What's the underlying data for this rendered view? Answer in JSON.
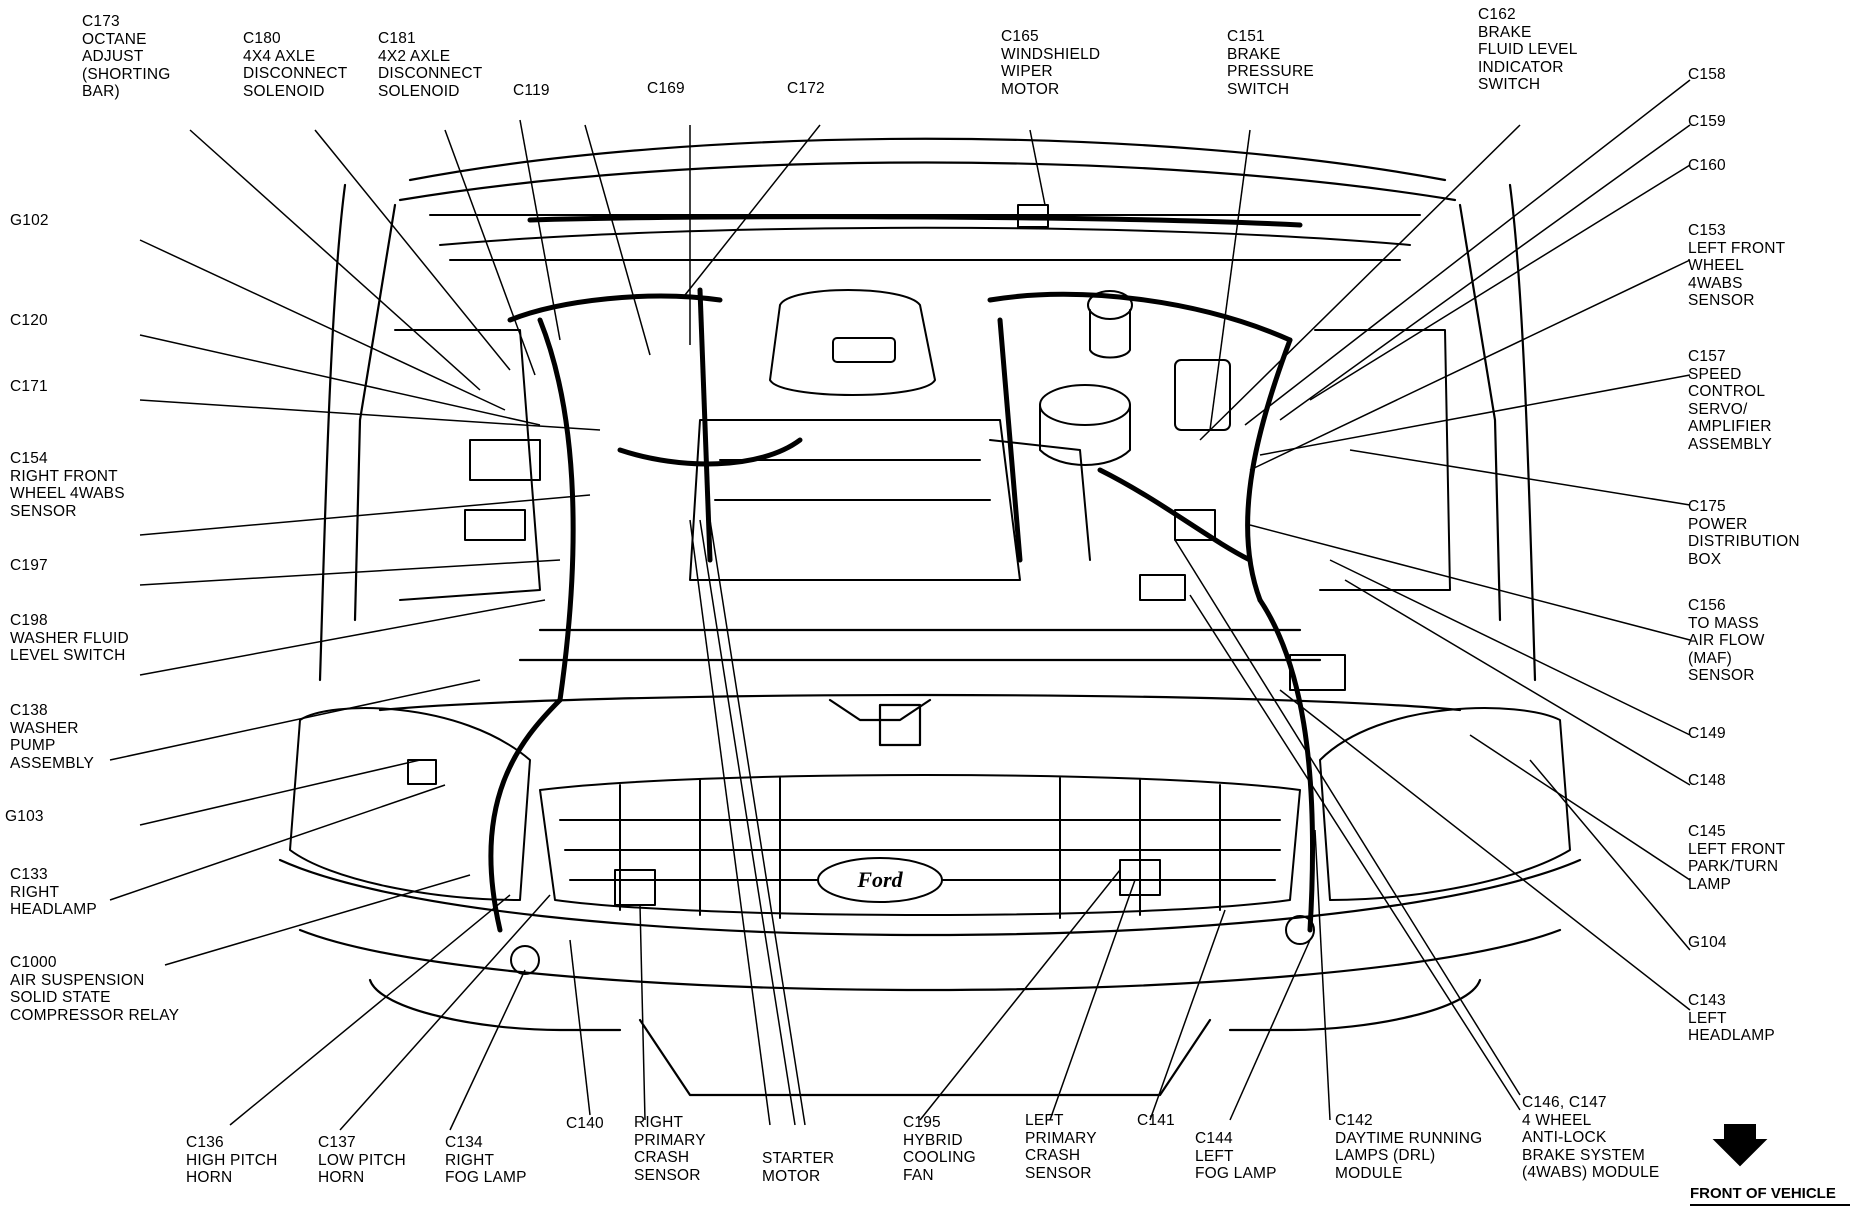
{
  "labels": {
    "c173": "C173\nOCTANE\nADJUST\n(SHORTING\nBAR)",
    "c180": "C180\n4X4 AXLE\nDISCONNECT\nSOLENOID",
    "c181": "C181\n4X2 AXLE\nDISCONNECT\nSOLENOID",
    "c119": "C119",
    "c169": "C169",
    "c172": "C172",
    "c165": "C165\nWINDSHIELD\nWIPER\nMOTOR",
    "c151": "C151\nBRAKE\nPRESSURE\nSWITCH",
    "c162": "C162\nBRAKE\nFLUID LEVEL\nINDICATOR\nSWITCH",
    "c158": "C158",
    "c159": "C159",
    "c160": "C160",
    "c153": "C153\nLEFT FRONT\nWHEEL\n4WABS\nSENSOR",
    "c157": "C157\nSPEED\nCONTROL\nSERVO/\nAMPLIFIER\nASSEMBLY",
    "c175": "C175\nPOWER\nDISTRIBUTION\nBOX",
    "c156": "C156\nTO MASS\nAIR FLOW\n(MAF)\nSENSOR",
    "c149": "C149",
    "c148": "C148",
    "c145": "C145\nLEFT FRONT\nPARK/TURN\nLAMP",
    "g104": "G104",
    "c143": "C143\nLEFT\nHEADLAMP",
    "g102": "G102",
    "c120": "C120",
    "c171": "C171",
    "c154": "C154\nRIGHT FRONT\nWHEEL 4WABS\nSENSOR",
    "c197": "C197",
    "c198": "C198\nWASHER FLUID\nLEVEL SWITCH",
    "c138": "C138\nWASHER\nPUMP\nASSEMBLY",
    "g103": "G103",
    "c133": "C133\nRIGHT\nHEADLAMP",
    "c1000": "C1000\nAIR SUSPENSION\nSOLID STATE\nCOMPRESSOR RELAY",
    "c136": "C136\nHIGH PITCH\nHORN",
    "c137": "C137\nLOW PITCH\nHORN",
    "c134": "C134\nRIGHT\nFOG LAMP",
    "c140": "C140",
    "rpcs": "RIGHT\nPRIMARY\nCRASH\nSENSOR",
    "starter": "STARTER\nMOTOR",
    "c195": "C195\nHYBRID\nCOOLING\nFAN",
    "lpcs": "LEFT\nPRIMARY\nCRASH\nSENSOR",
    "c141": "C141",
    "c144": "C144\nLEFT\nFOG LAMP",
    "c142": "C142\nDAYTIME RUNNING\nLAMPS (DRL)\nMODULE",
    "c146": "C146, C147\n4 WHEEL\nANTI-LOCK\nBRAKE SYSTEM\n(4WABS) MODULE",
    "front": "FRONT OF VEHICLE"
  },
  "grille_emblem": "Ford"
}
